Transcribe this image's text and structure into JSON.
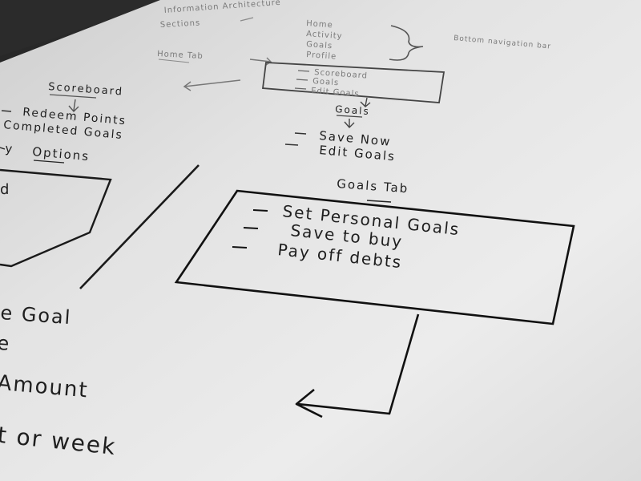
{
  "sitemap": {
    "heading_faint": "Information Architecture",
    "section_label_faint": "Sections",
    "nav_items": [
      "Home",
      "Activity",
      "Goals",
      "Profile"
    ],
    "nav_group_label": "Bottom navigation bar",
    "home_tab_label": "Home Tab",
    "home_box_items": [
      "Scoreboard",
      "Goals",
      "Edit Goals"
    ],
    "scoreboard_label": "Scoreboard",
    "scoreboard_items": [
      "Redeem Points",
      "Completed Goals"
    ],
    "options_label": "Options",
    "left_box_partial": "d",
    "goals_label": "Goals",
    "goals_items": [
      "Save Now",
      "Edit Goals"
    ],
    "goals_tab_title": "Goals Tab",
    "goals_tab_items": [
      "Set Personal Goals",
      "Save to buy",
      "Pay off debts"
    ],
    "left_lower_lines": [
      "e Goal",
      "e",
      "Amount",
      "t or week"
    ]
  }
}
